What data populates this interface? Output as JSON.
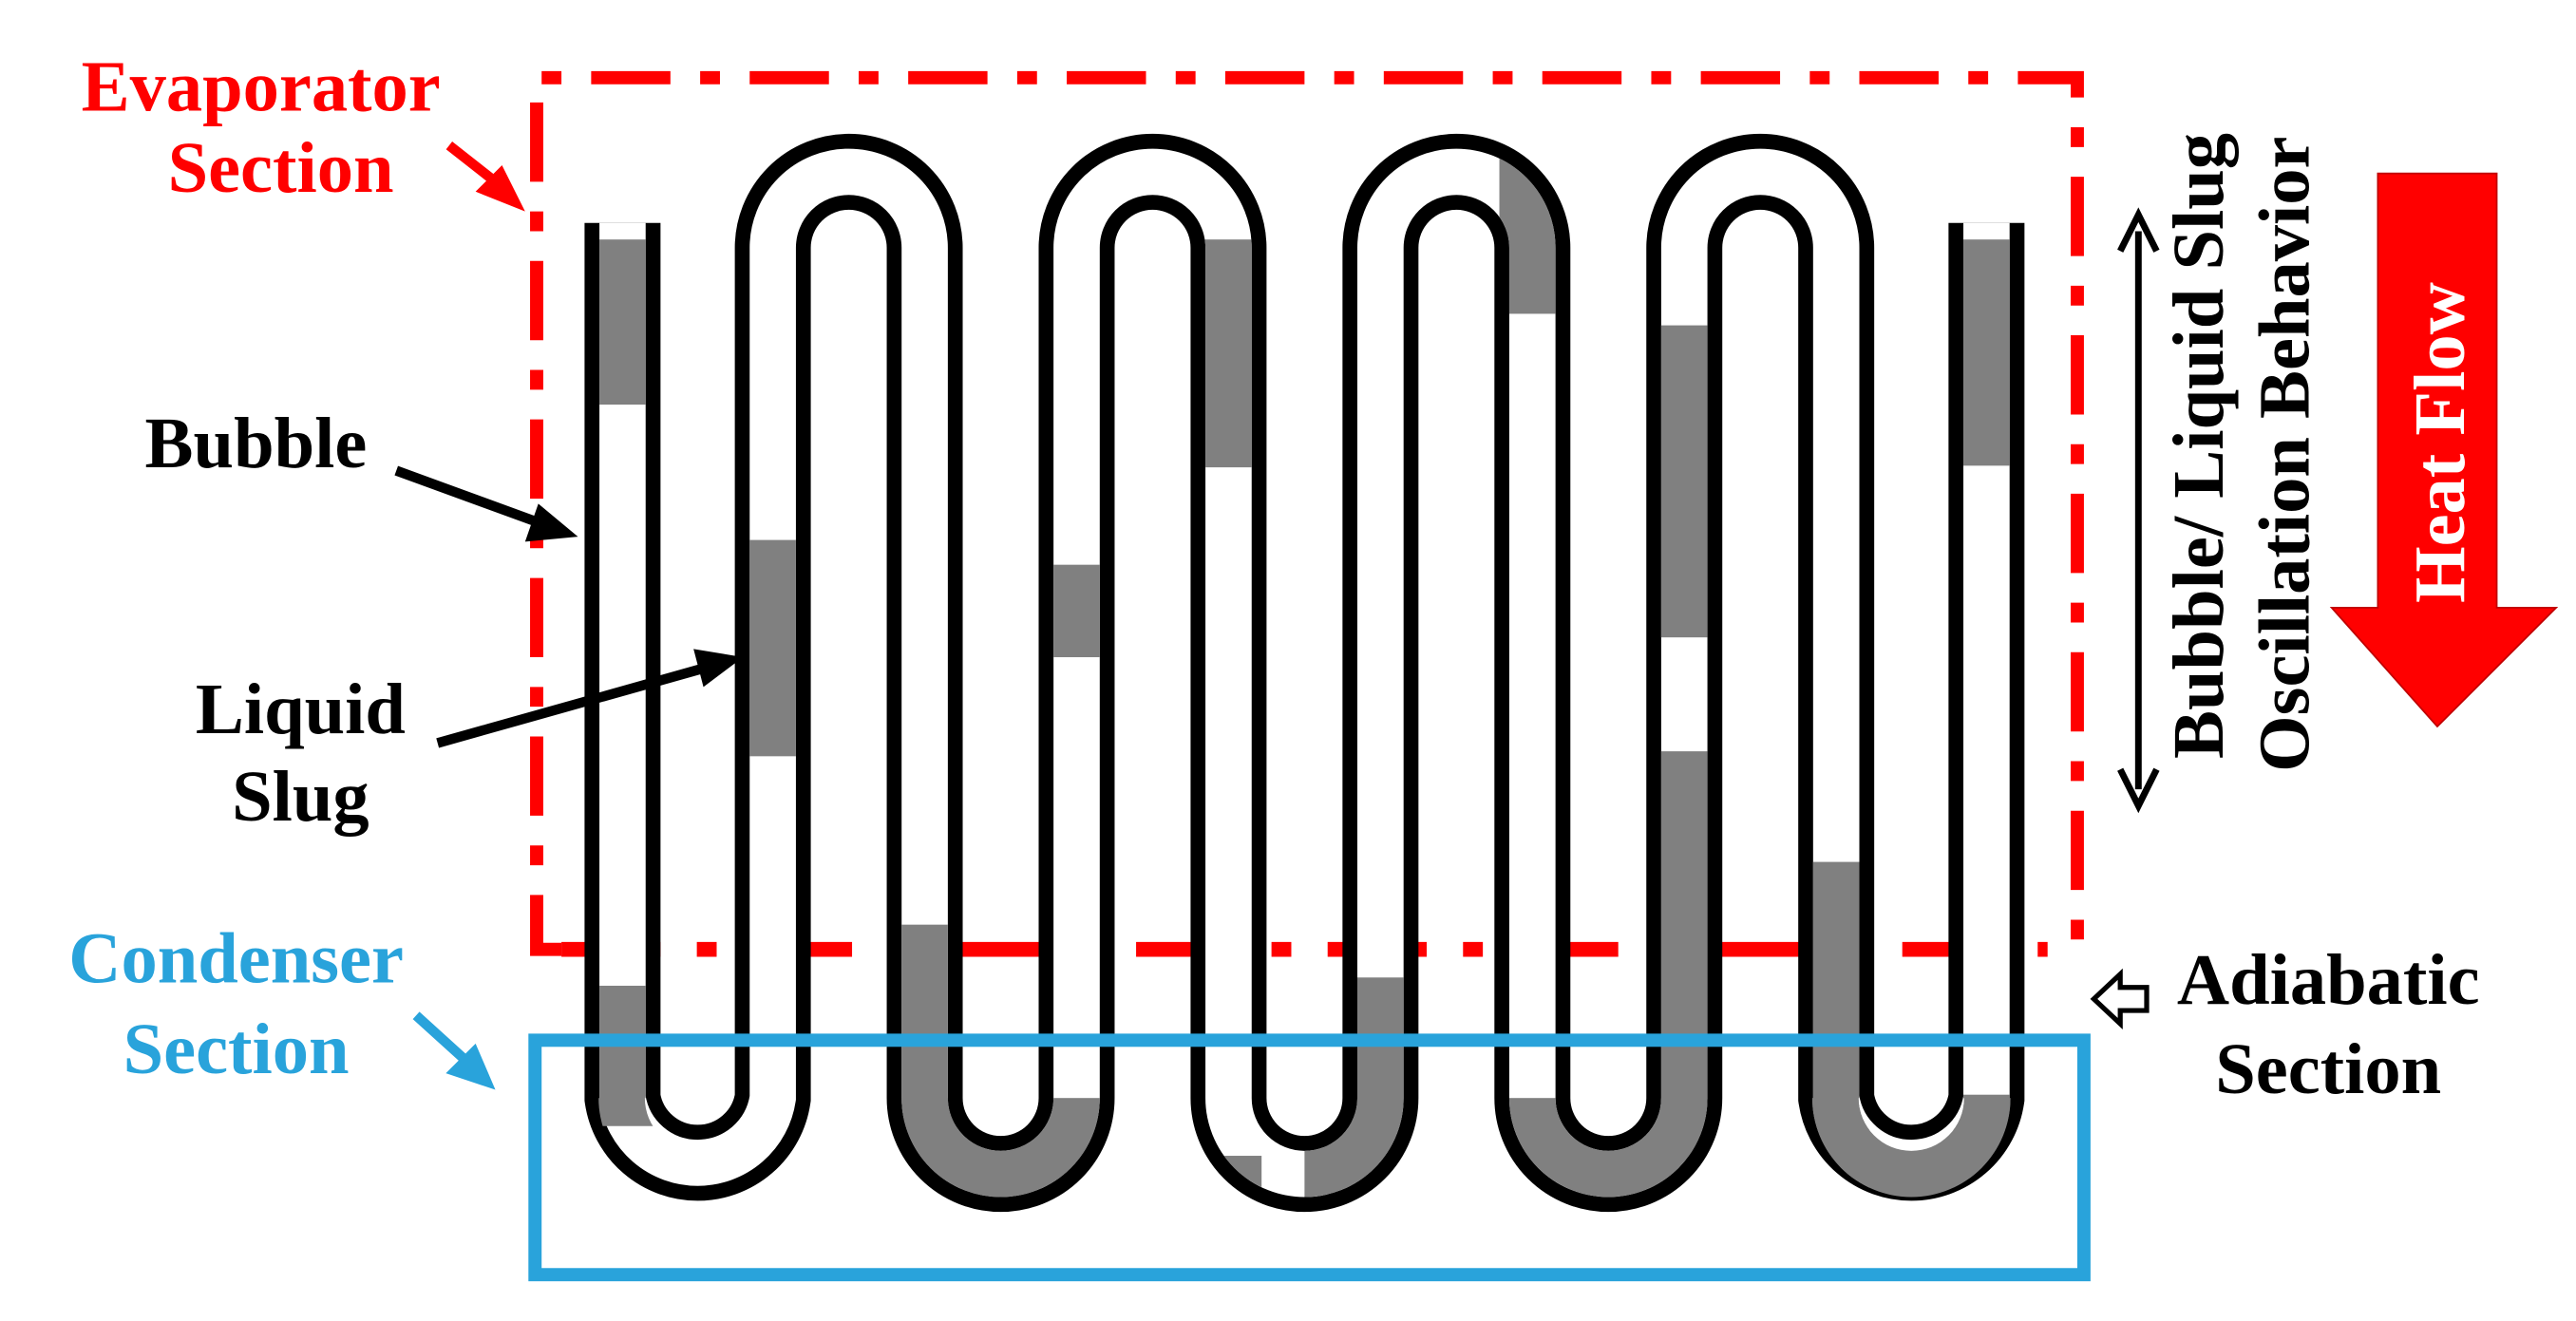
{
  "labels": {
    "evaporator_line1": "Evaporator",
    "evaporator_line2": "Section",
    "bubble": "Bubble",
    "liquid_line1": "Liquid",
    "liquid_line2": "Slug",
    "condenser_line1": "Condenser",
    "condenser_line2": "Section",
    "adiabatic_line1": "Adiabatic",
    "adiabatic_line2": "Section",
    "oscillation_line1": "Bubble/ Liquid Slug",
    "oscillation_line2": "Oscillation Behavior",
    "heat_flow": "Heat Flow"
  },
  "colors": {
    "evaporator": "#ff0000",
    "condenser": "#29a3db",
    "tube": "#000000",
    "slug": "#808080",
    "heat_arrow": "#ff0000"
  }
}
